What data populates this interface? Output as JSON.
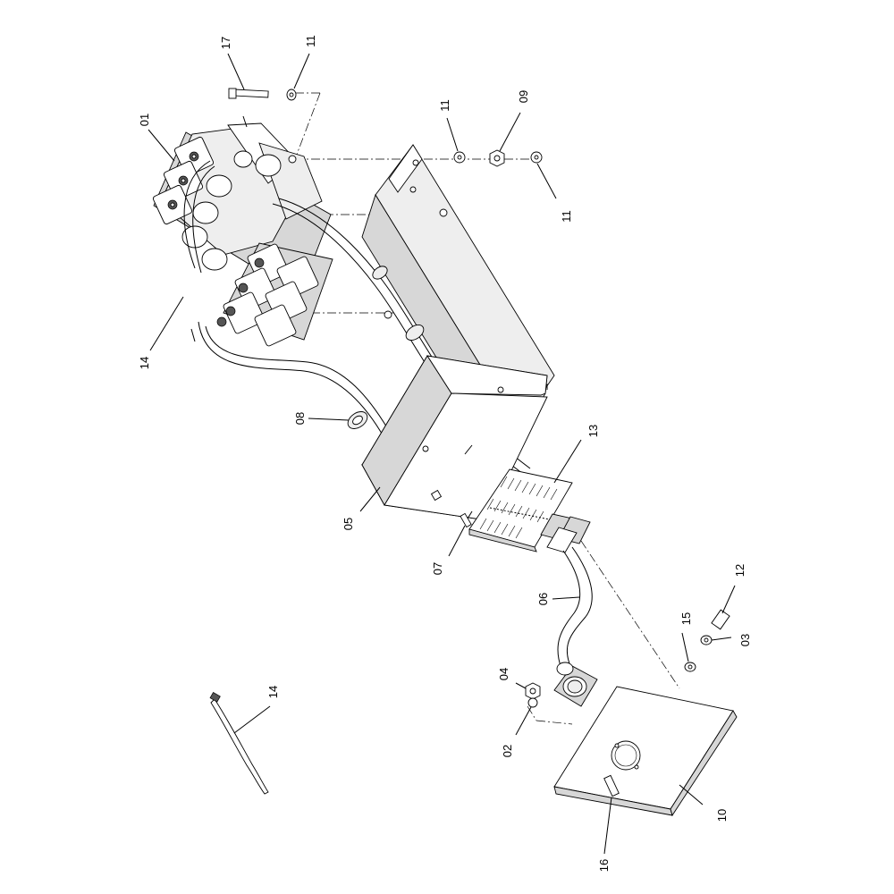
{
  "callouts": [
    {
      "id": "c01",
      "text": "01"
    },
    {
      "id": "c02",
      "text": "02"
    },
    {
      "id": "c03",
      "text": "03"
    },
    {
      "id": "c04",
      "text": "04"
    },
    {
      "id": "c05",
      "text": "05"
    },
    {
      "id": "c06",
      "text": "06"
    },
    {
      "id": "c07",
      "text": "07"
    },
    {
      "id": "c08",
      "text": "08"
    },
    {
      "id": "c09",
      "text": "09"
    },
    {
      "id": "c10",
      "text": "10"
    },
    {
      "id": "c11a",
      "text": "11"
    },
    {
      "id": "c11b",
      "text": "11"
    },
    {
      "id": "c11c",
      "text": "11"
    },
    {
      "id": "c12",
      "text": "12"
    },
    {
      "id": "c13",
      "text": "13"
    },
    {
      "id": "c14a",
      "text": "14"
    },
    {
      "id": "c14b",
      "text": "14"
    },
    {
      "id": "c15",
      "text": "15"
    },
    {
      "id": "c16",
      "text": "16"
    },
    {
      "id": "c17",
      "text": "17"
    }
  ]
}
